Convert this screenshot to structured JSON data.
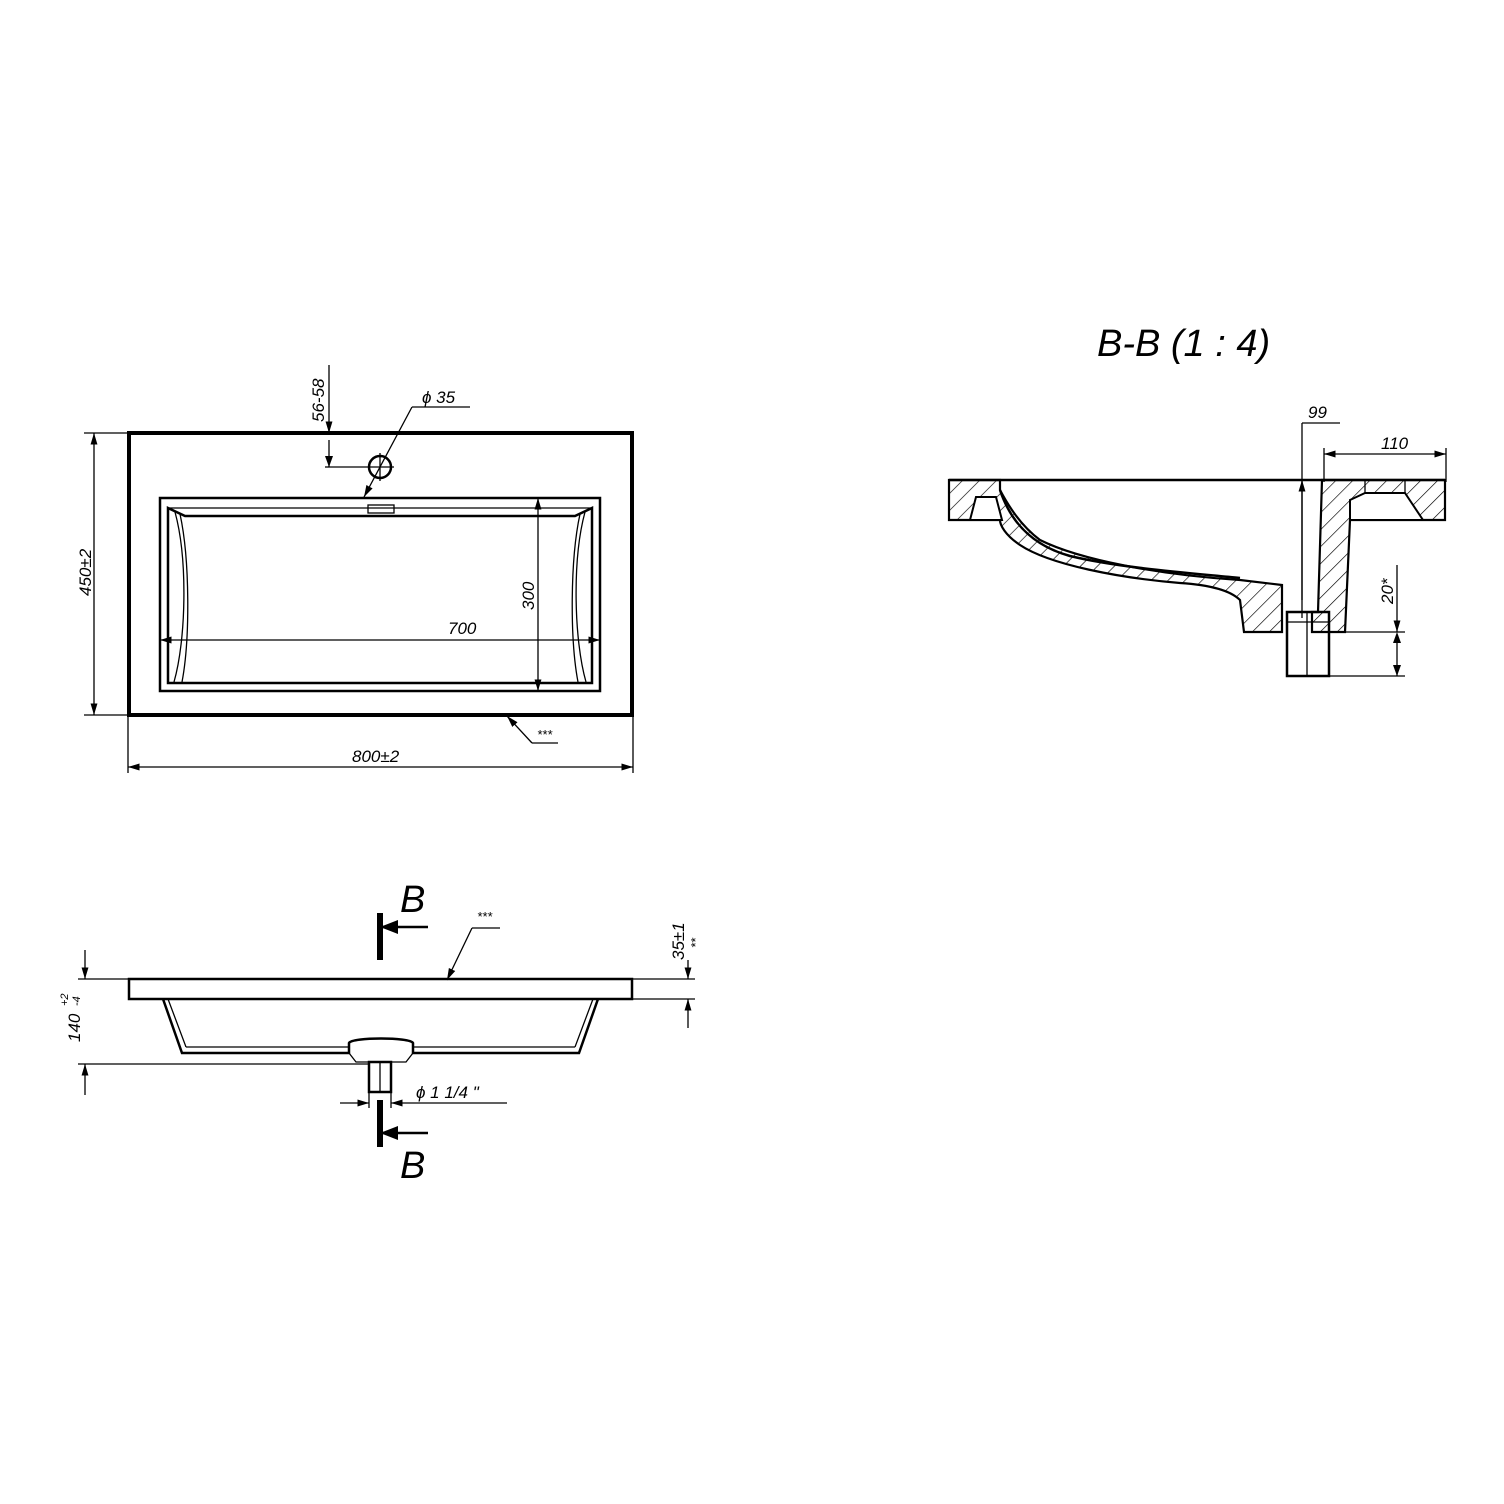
{
  "section_title": "B-B (1 : 4)",
  "top_view": {
    "hole_offset": "56-58",
    "hole_diameter": "ϕ 35",
    "bowl_length": "700",
    "bowl_width": "300",
    "overall_depth": "450±2",
    "overall_width": "800±2",
    "edge_note": "***"
  },
  "front_view": {
    "section_mark_top": "B",
    "section_mark_bottom": "B",
    "edge_note": "***",
    "rim_thickness": "35±1",
    "rim_thickness_note": "**",
    "height": "140",
    "height_tol_upper": "+2",
    "height_tol_lower": "-4",
    "drain_diameter": "ϕ  1 1/4 \""
  },
  "section_view": {
    "dim_drain_offset": "99",
    "dim_shelf_width": "110",
    "dim_outlet_height": "20*"
  }
}
